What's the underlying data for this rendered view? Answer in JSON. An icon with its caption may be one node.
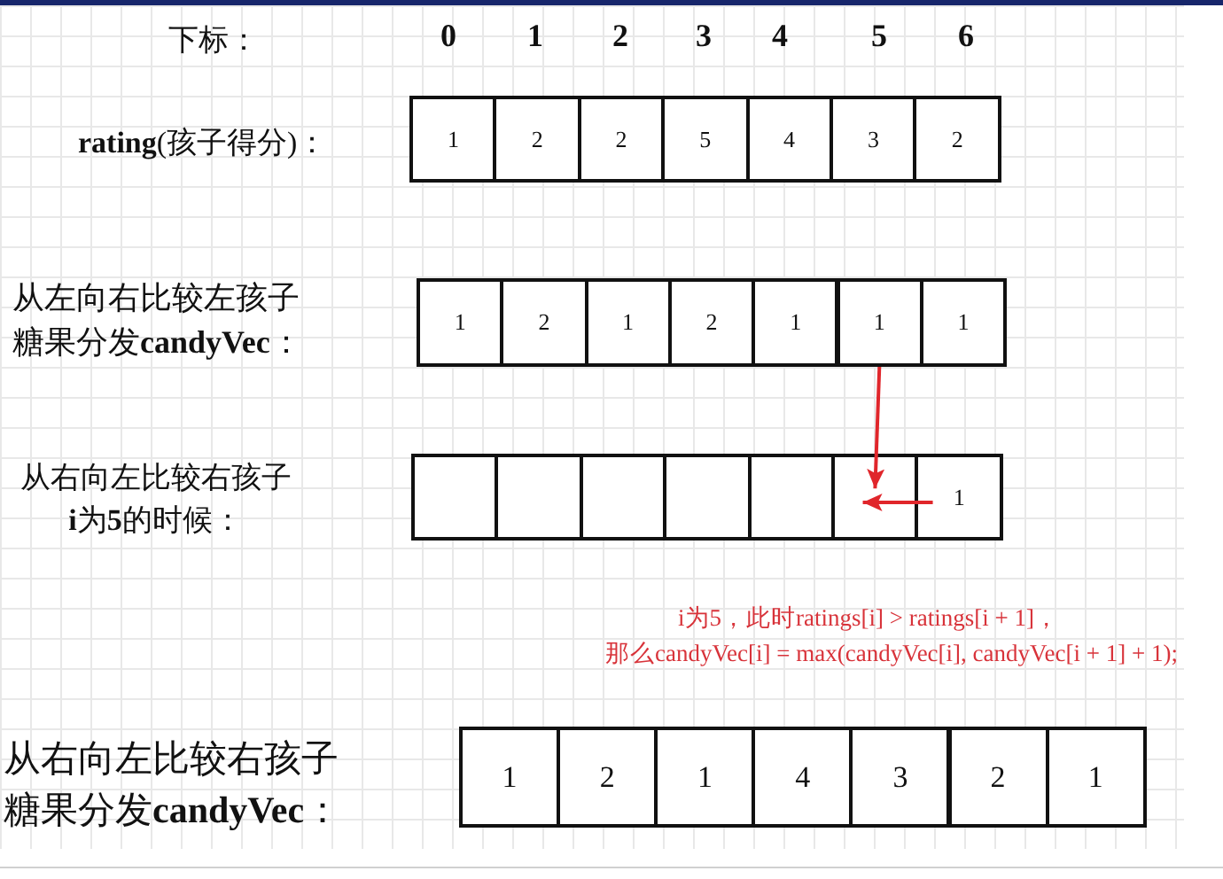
{
  "diagram": {
    "nodes": [
      {
        "text": [
          "1"
        ]
      },
      {
        "text": [
          "2"
        ]
      },
      {
        "text": [
          "2"
        ]
      },
      {
        "text": [
          "5"
        ]
      },
      {
        "text": [
          "4"
        ]
      },
      {
        "text": [
          "3"
        ]
      },
      {
        "text": [
          "2"
        ]
      },
      {
        "text": [
          "1"
        ]
      },
      {
        "text": [
          "2"
        ]
      },
      {
        "text": [
          "1"
        ]
      },
      {
        "text": [
          "2"
        ]
      },
      {
        "text": [
          "1"
        ]
      },
      {
        "text": [
          "1"
        ]
      },
      {
        "text": [
          "1"
        ]
      },
      {
        "text": [],
        "shape": "box"
      },
      {
        "text": [],
        "shape": "box"
      },
      {
        "text": [],
        "shape": "box"
      },
      {
        "text": [],
        "shape": "box"
      },
      {
        "text": [],
        "shape": "box"
      },
      {
        "text": [],
        "shape": "box"
      },
      {
        "text": [
          "1"
        ]
      },
      {
        "text": [
          "1"
        ]
      },
      {
        "text": [
          "2"
        ]
      },
      {
        "text": [
          "1"
        ]
      },
      {
        "text": [
          "4"
        ]
      },
      {
        "text": [
          "3"
        ]
      },
      {
        "text": [
          "2"
        ]
      },
      {
        "text": [
          "1"
        ]
      }
    ],
    "edges": [
      {
        "from": 12,
        "to": 19,
        "arrow": "to"
      },
      {
        "from": 20,
        "to": 19,
        "arrow": "to"
      }
    ],
    "labels": [
      "下标：",
      "0",
      "1",
      "2",
      "3",
      "4",
      "5",
      "6",
      "**rating**(孩子得分)：",
      "从左向右比较左孩子糖果分发**candyVec**：",
      "从右向左比较右孩子**i**为**5**的时候：",
      "i为5，此时ratings[i] > ratings[i + 1]，",
      "那么candyVec[i] = max(candyVec[i], candyVec[i + 1] + 1);",
      "从右向左比较右孩子糖果分发**candyVec**："
    ]
  }
}
